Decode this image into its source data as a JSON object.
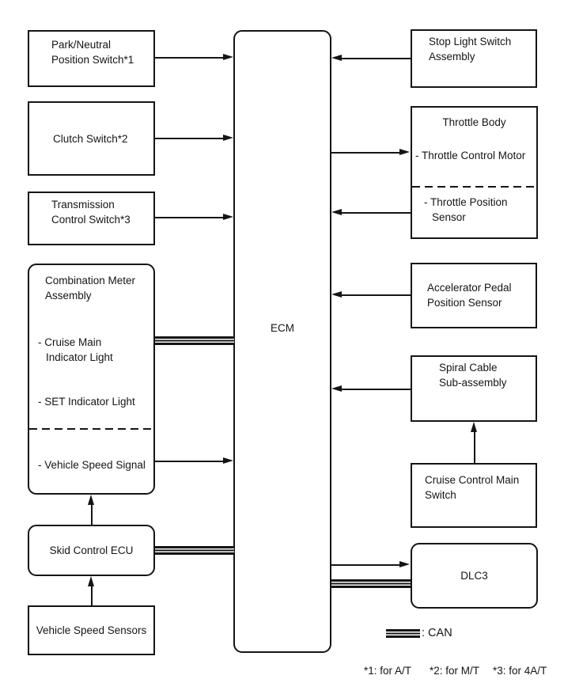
{
  "diagram": {
    "ecm": {
      "label": "ECM"
    },
    "left_column": {
      "park_neutral_switch": "Park/Neutral\nPosition Switch*1",
      "clutch_switch": "Clutch Switch*2",
      "transmission_control_switch": "Transmission\nControl Switch*3",
      "combination_meter": {
        "title": "Combination Meter\nAssembly",
        "cruise_main_indicator": "- Cruise Main\nIndicator Light",
        "set_indicator": "- SET Indicator Light",
        "vehicle_speed_signal": "- Vehicle Speed Signal"
      },
      "skid_control_ecu": "Skid Control ECU",
      "vehicle_speed_sensors": "Vehicle Speed Sensors"
    },
    "right_column": {
      "stop_light_switch": "Stop Light Switch\nAssembly",
      "throttle_body": {
        "title": "Throttle Body",
        "throttle_control_motor": "- Throttle Control Motor",
        "throttle_position_sensor": "- Throttle Position\nSensor"
      },
      "accelerator_pedal_sensor": "Accelerator Pedal\nPosition Sensor",
      "spiral_cable": "Spiral Cable\nSub-assembly",
      "cruise_control_main_switch": "Cruise Control Main\nSwitch",
      "dlc3": "DLC3"
    },
    "legend": {
      "can": ": CAN"
    },
    "footnotes": [
      "*1: for A/T",
      "*2: for M/T",
      "*3: for 4A/T"
    ],
    "colors": {
      "line": "#151515",
      "background": "#ffffff"
    }
  }
}
